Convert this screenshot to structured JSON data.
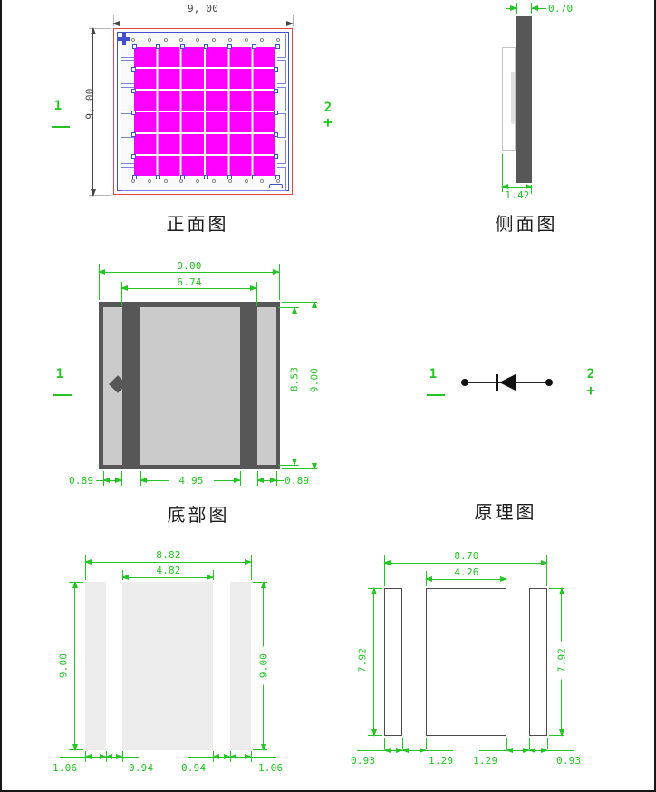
{
  "colors": {
    "red": "#e04840",
    "blue": "#4150d0",
    "magenta": "#ff00ff",
    "green": "#22c522",
    "dark_gray": "#575757"
  },
  "front_view": {
    "title": "正面图",
    "dim_width": "9, 00",
    "dim_height": "9, 00",
    "pin_neg": "1",
    "pin_pos": "2",
    "pin_pos_sign": "+"
  },
  "side_view": {
    "title": "侧面图",
    "dim_top": "0.70",
    "dim_bottom": "1.42"
  },
  "bottom_view": {
    "title": "底部图",
    "dim_outer_w": "9.00",
    "dim_inner_w": "6.74",
    "dim_inner_h": "8.53",
    "dim_outer_h": "9.00",
    "dim_pad_left": "0.89",
    "dim_pad_center": "4.95",
    "dim_pad_right": "0.89",
    "pin_neg": "1"
  },
  "schematic": {
    "title": "原理图",
    "pin_neg": "1",
    "pin_pos": "2",
    "pin_pos_sign": "+"
  },
  "pad_layout_a": {
    "dim_outer_w": "8.82",
    "dim_inner_w": "4.82",
    "dim_left_h": "9.00",
    "dim_right_h": "9.00",
    "dim_b1": "1.06",
    "dim_b2": "0.94",
    "dim_b3": "0.94",
    "dim_b4": "1.06"
  },
  "pad_layout_b": {
    "dim_outer_w": "8.70",
    "dim_inner_w": "4.26",
    "dim_left_h": "7.92",
    "dim_right_h": "7.92",
    "dim_b1": "0.93",
    "dim_b2": "1.29",
    "dim_b3": "1.29",
    "dim_b4": "0.93"
  }
}
